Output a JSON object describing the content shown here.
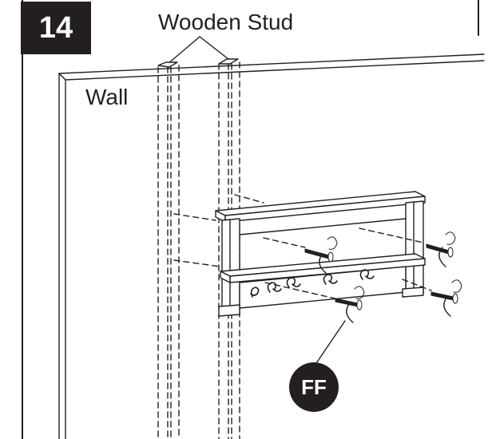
{
  "step": {
    "number": "14"
  },
  "labels": {
    "stud": "Wooden Stud",
    "wall": "Wall"
  },
  "part": {
    "id": "FF"
  },
  "colors": {
    "ink": "#231f20",
    "background": "#ffffff"
  }
}
